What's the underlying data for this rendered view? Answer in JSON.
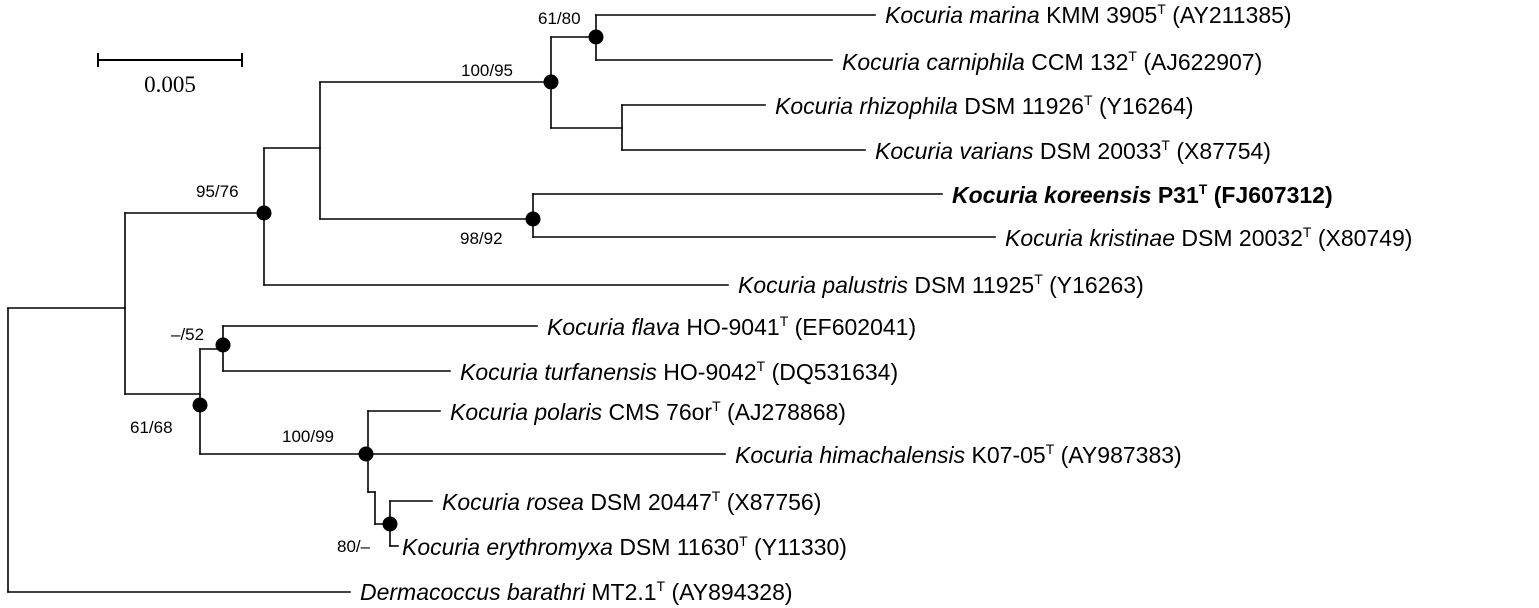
{
  "scale_bar": {
    "label": "0.005"
  },
  "taxa": [
    {
      "id": "marina",
      "species": "Kocuria marina",
      "strain": "KMM 3905",
      "type_mark": "T",
      "accession": "(AY211385)",
      "highlight": false
    },
    {
      "id": "carniphila",
      "species": "Kocuria carniphila",
      "strain": "CCM 132",
      "type_mark": "T",
      "accession": "(AJ622907)",
      "highlight": false
    },
    {
      "id": "rhizophila",
      "species": "Kocuria rhizophila",
      "strain": "DSM 11926",
      "type_mark": "T",
      "accession": "(Y16264)",
      "highlight": false
    },
    {
      "id": "varians",
      "species": "Kocuria varians",
      "strain": "DSM 20033",
      "type_mark": "T",
      "accession": "(X87754)",
      "highlight": false
    },
    {
      "id": "koreensis",
      "species": "Kocuria koreensis",
      "strain": "P31",
      "type_mark": "T",
      "accession": "(FJ607312)",
      "highlight": true
    },
    {
      "id": "kristinae",
      "species": "Kocuria kristinae",
      "strain": "DSM 20032",
      "type_mark": "T",
      "accession": "(X80749)",
      "highlight": false
    },
    {
      "id": "palustris",
      "species": "Kocuria palustris",
      "strain": "DSM 11925",
      "type_mark": "T",
      "accession": "(Y16263)",
      "highlight": false
    },
    {
      "id": "flava",
      "species": "Kocuria flava",
      "strain": "HO-9041",
      "type_mark": "T",
      "accession": "(EF602041)",
      "highlight": false
    },
    {
      "id": "turfanensis",
      "species": "Kocuria turfanensis",
      "strain": "HO-9042",
      "type_mark": "T",
      "accession": "(DQ531634)",
      "highlight": false
    },
    {
      "id": "polaris",
      "species": "Kocuria polaris",
      "strain": "CMS 76or",
      "type_mark": "T",
      "accession": "(AJ278868)",
      "highlight": false
    },
    {
      "id": "himachalensis",
      "species": "Kocuria himachalensis",
      "strain": "K07-05",
      "type_mark": "T",
      "accession": "(AY987383)",
      "highlight": false
    },
    {
      "id": "rosea",
      "species": "Kocuria rosea",
      "strain": "DSM 20447",
      "type_mark": "T",
      "accession": "(X87756)",
      "highlight": false
    },
    {
      "id": "erythromyxa",
      "species": "Kocuria erythromyxa",
      "strain": "DSM 11630",
      "type_mark": "T",
      "accession": "(Y11330)",
      "highlight": false
    },
    {
      "id": "barathri",
      "species": "Dermacoccus barathri",
      "strain": "MT2.1",
      "type_mark": "T",
      "accession": "(AY894328)",
      "highlight": false
    }
  ],
  "bootstrap": {
    "marina_carniphila": "61/80",
    "marina_to_varians": "100/95",
    "main_clade": "95/76",
    "koreensis_kristinae": "98/92",
    "flava_turfanensis": "–/52",
    "lower_clade": "61/68",
    "polaris_group": "100/99",
    "rosea_erythromyxa": "80/–"
  }
}
